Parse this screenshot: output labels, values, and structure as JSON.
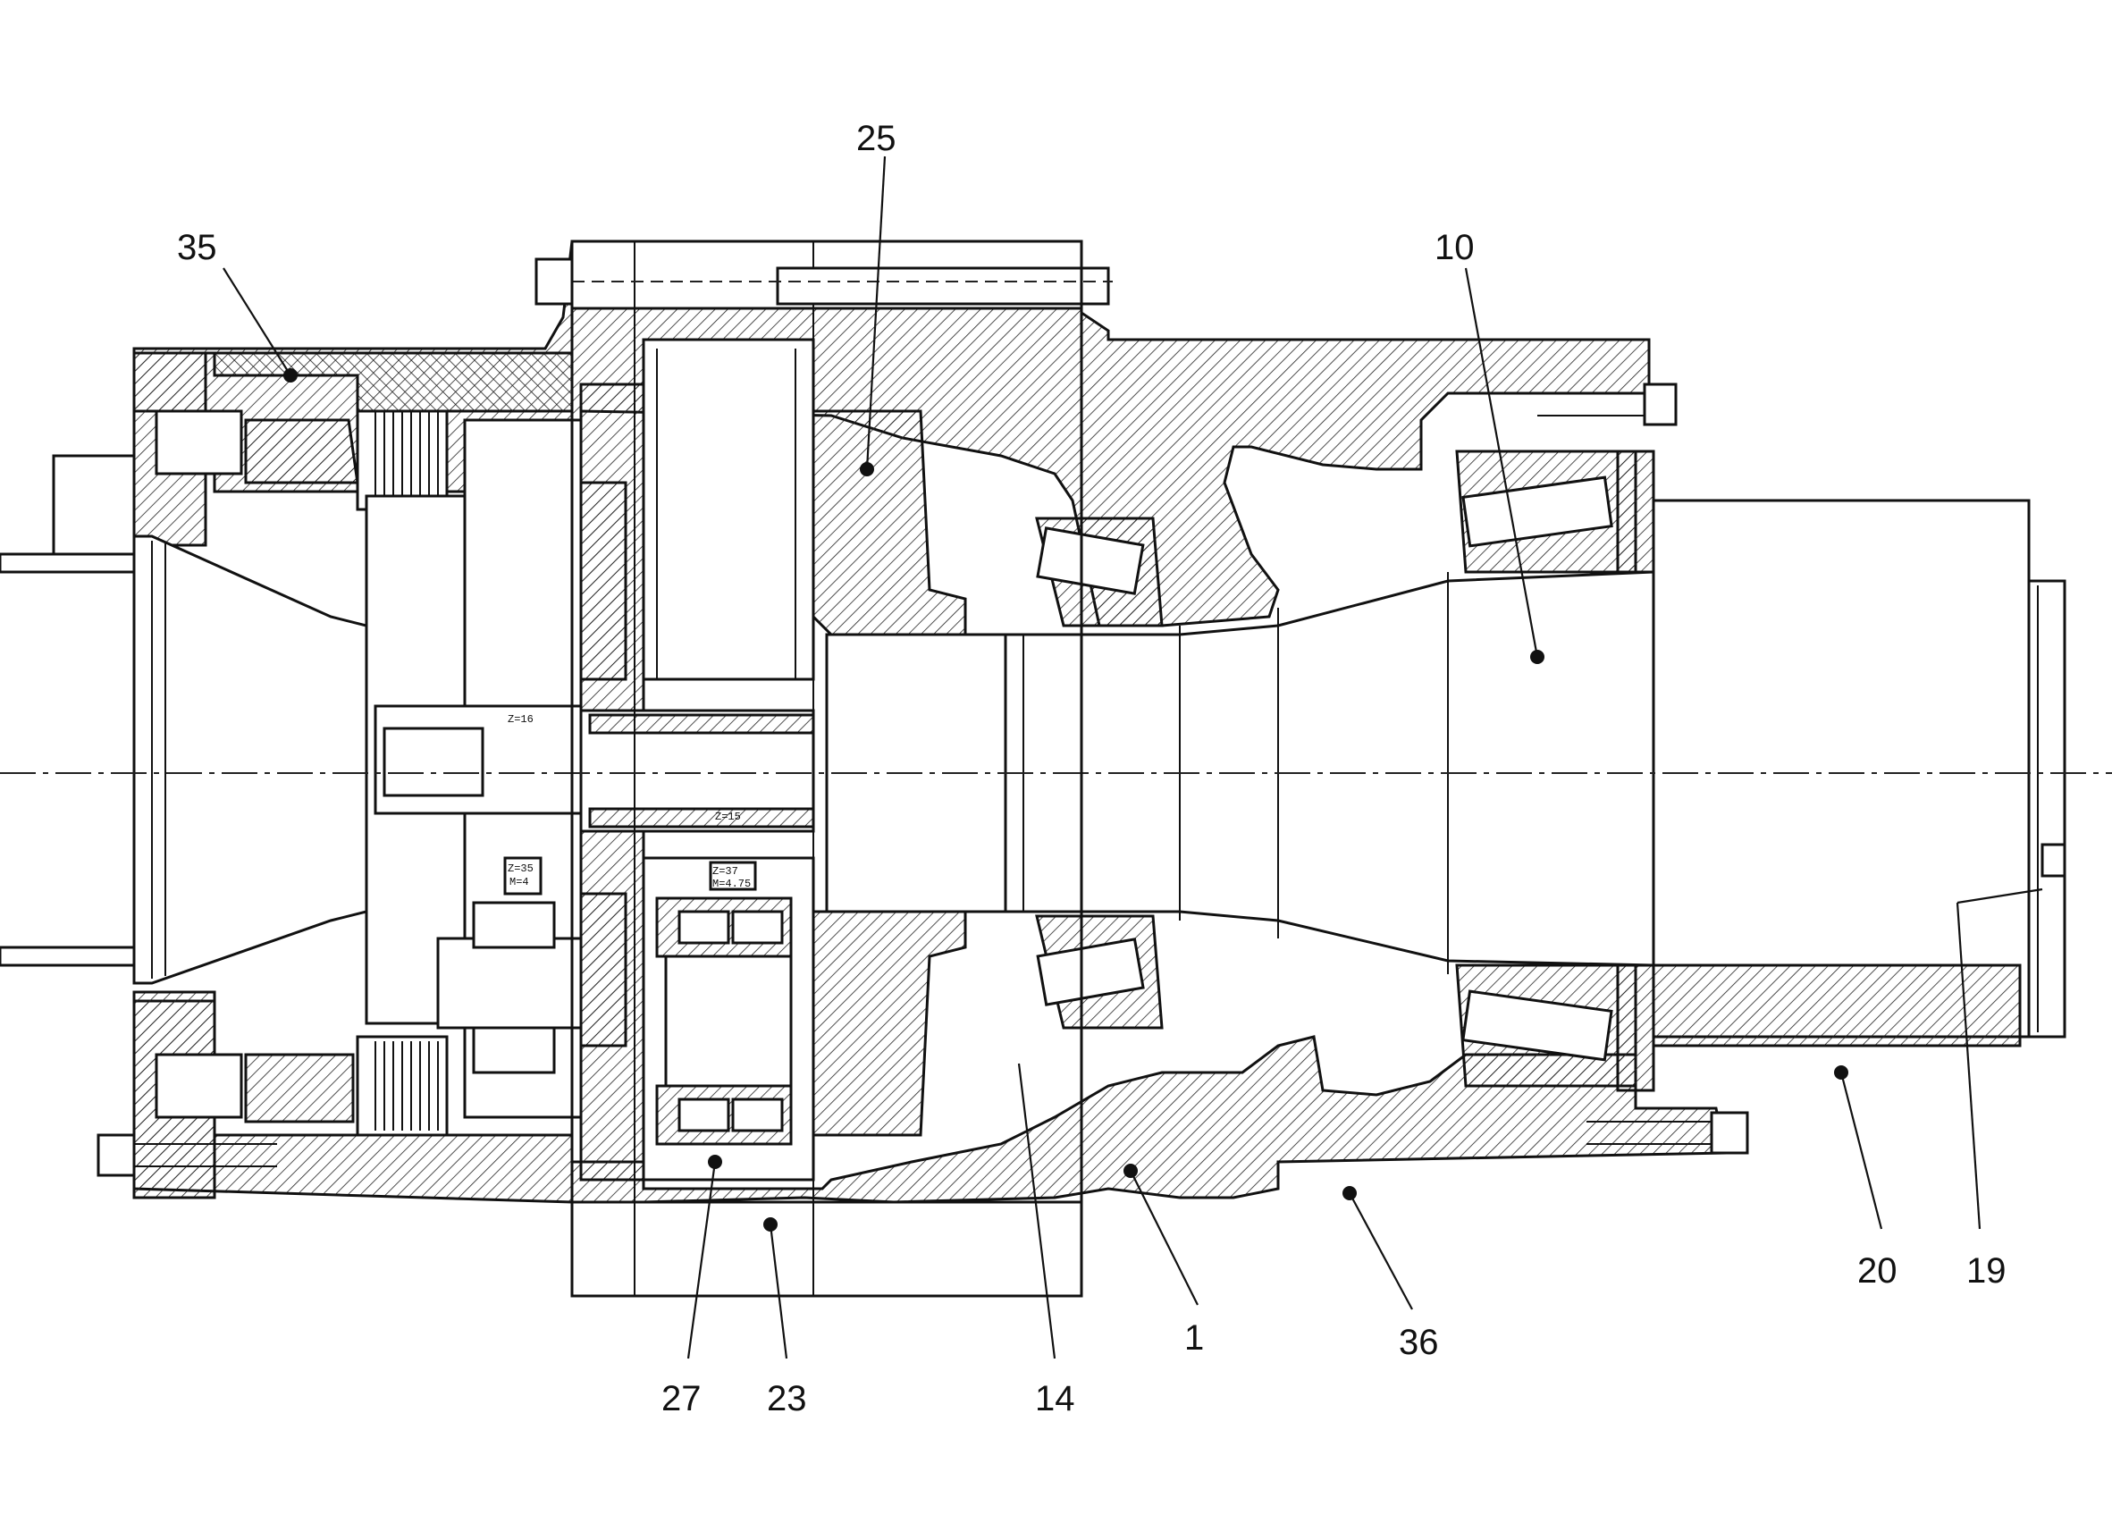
{
  "callouts": {
    "c35": "35",
    "c25": "25",
    "c10": "10",
    "c1": "1",
    "c36": "36",
    "c20": "20",
    "c19": "19",
    "c27": "27",
    "c23": "23",
    "c14": "14"
  },
  "gear_labels": {
    "g1": "Z=16",
    "g2": "Z=15",
    "g3": "Z=35",
    "g3b": "M=4",
    "g4": "Z=37",
    "g4b": "M=4.75"
  }
}
